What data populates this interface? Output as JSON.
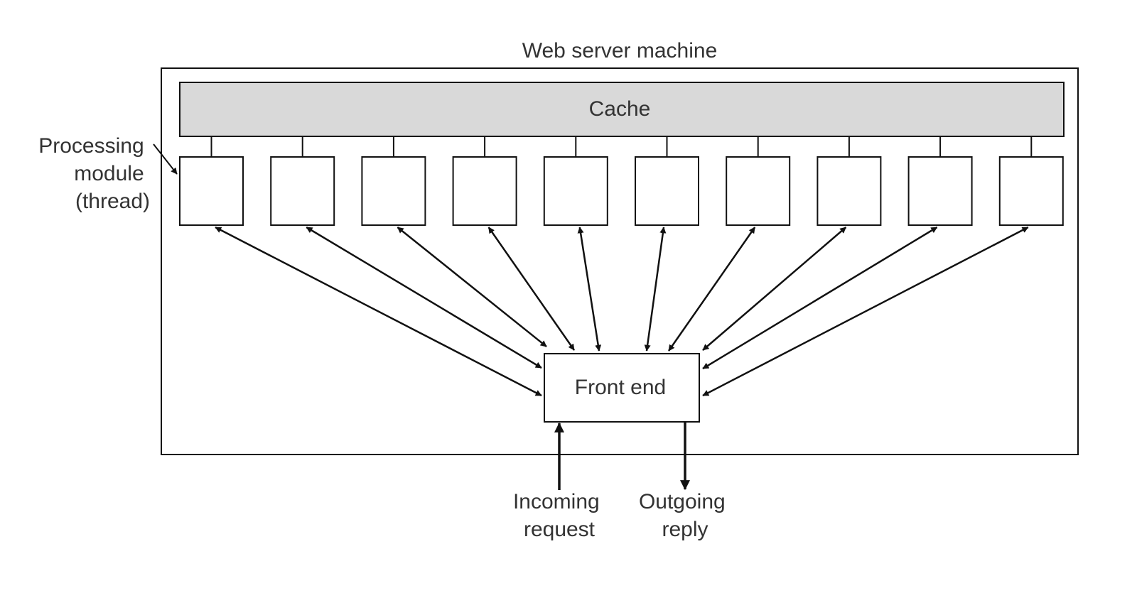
{
  "title": "Web server machine",
  "cache_label": "Cache",
  "module_label": [
    "Processing",
    "module",
    "(thread)"
  ],
  "module_count": 10,
  "front_end_label": "Front end",
  "incoming_label": [
    "Incoming",
    "request"
  ],
  "outgoing_label": [
    "Outgoing",
    "reply"
  ],
  "colors": {
    "cache_fill": "#d9d9d9",
    "stroke": "#111111",
    "text": "#333333"
  }
}
